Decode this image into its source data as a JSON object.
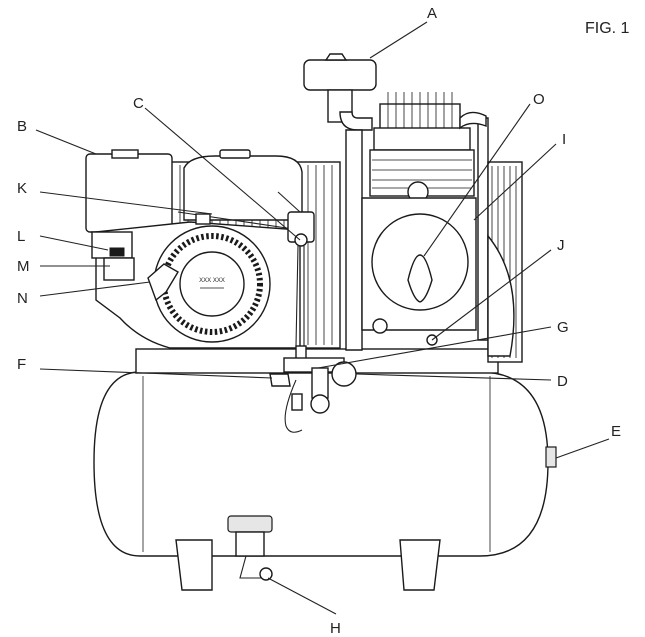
{
  "figure_label": "FIG. 1",
  "callouts": {
    "A": "A",
    "B": "B",
    "C": "C",
    "D": "D",
    "E": "E",
    "F": "F",
    "G": "G",
    "H": "H",
    "I": "I",
    "J": "J",
    "K": "K",
    "L": "L",
    "M": "M",
    "N": "N",
    "O": "O"
  },
  "engine_badge": "XXX XXX"
}
